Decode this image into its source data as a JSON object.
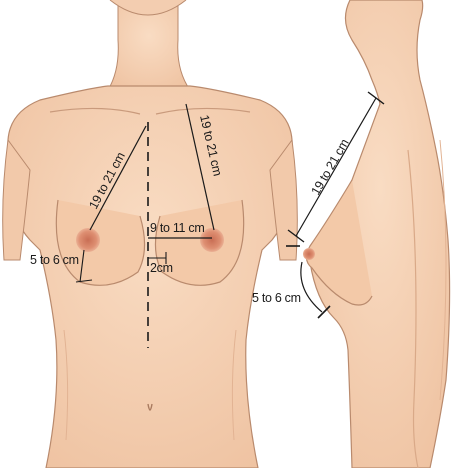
{
  "labels": {
    "front_left_diag": "19 to 21 cm",
    "front_right_diag": "19 to 21 cm",
    "front_areola": "5 to 6 cm",
    "front_inter_nipple": "9 to 11 cm",
    "front_midline_offset": "2cm",
    "side_diag": "19 to 21 cm",
    "side_areola": "5 to 6 cm"
  },
  "colors": {
    "skin": "#f6d2b4",
    "skin_shadow": "#e6b592",
    "outline": "#b98a6d",
    "areola": "#d9856a",
    "nipple": "#c96e54",
    "measure_line": "#1a1a1a"
  }
}
